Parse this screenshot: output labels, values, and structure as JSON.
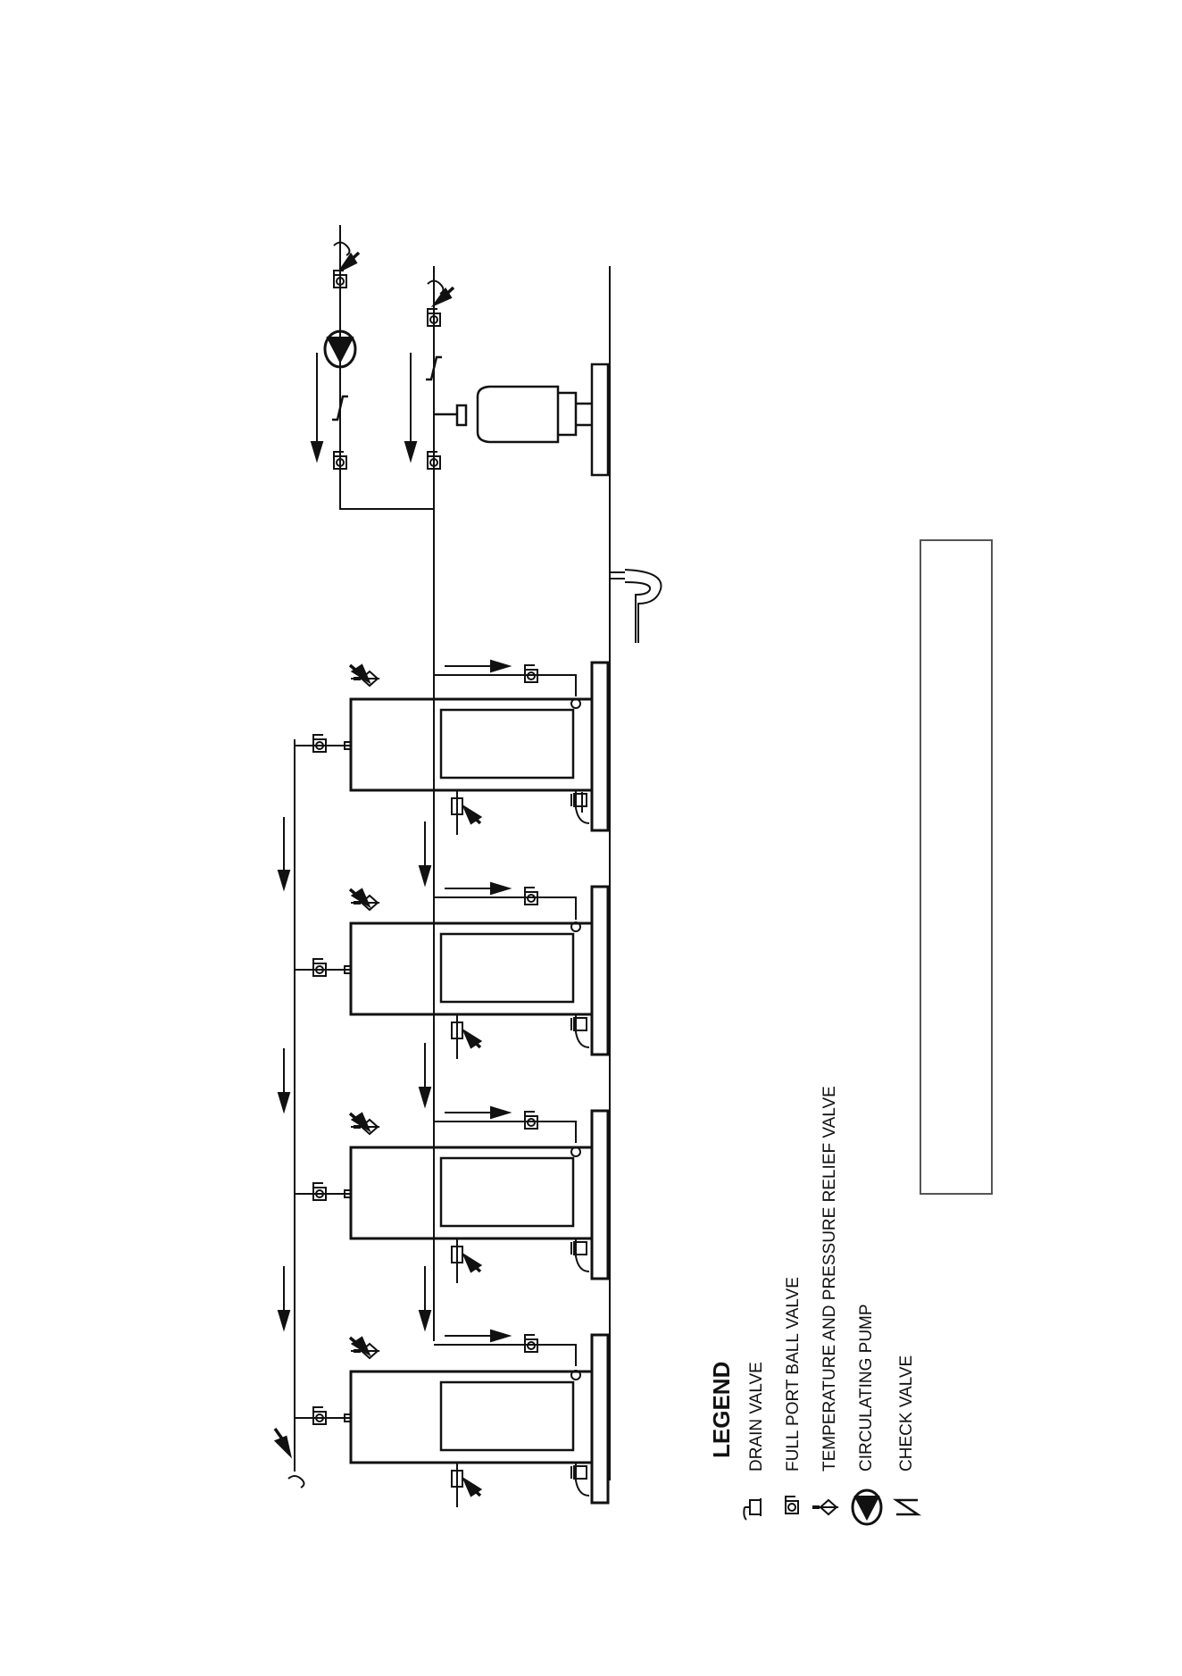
{
  "legend": {
    "title": "LEGEND",
    "items": [
      {
        "icon": "drain-valve-icon",
        "label": "DRAIN VALVE"
      },
      {
        "icon": "ball-valve-icon",
        "label": "FULL PORT BALL VALVE"
      },
      {
        "icon": "relief-valve-icon",
        "label": "TEMPERATURE AND PRESSURE RELIEF VALVE"
      },
      {
        "icon": "circulating-pump-icon",
        "label": "CIRCULATING PUMP"
      },
      {
        "icon": "check-valve-icon",
        "label": "CHECK VALVE"
      }
    ]
  },
  "diagram": {
    "heater_count": 4,
    "components": [
      "water-heater",
      "expansion-tank",
      "circulating-pump",
      "ball-valve",
      "check-valve",
      "drain-valve",
      "relief-valve",
      "floor-drain"
    ],
    "line_color": "#111111"
  },
  "notes_box": {
    "text": ""
  }
}
